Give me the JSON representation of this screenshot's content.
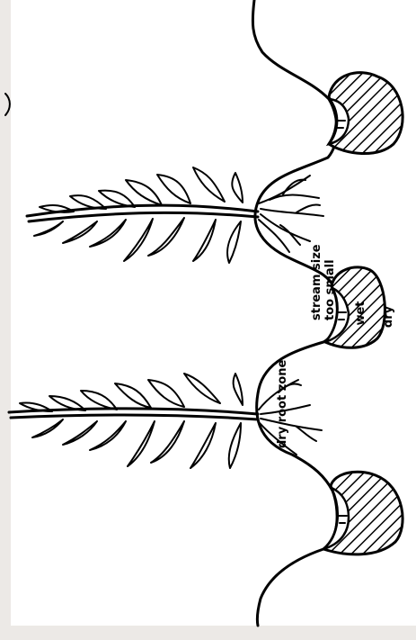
{
  "diagram": {
    "labels": {
      "stream_size": [
        "stream size",
        "too small"
      ],
      "wet": "wet",
      "dry": "dry",
      "dry_root_zone": "dry root zone"
    }
  }
}
